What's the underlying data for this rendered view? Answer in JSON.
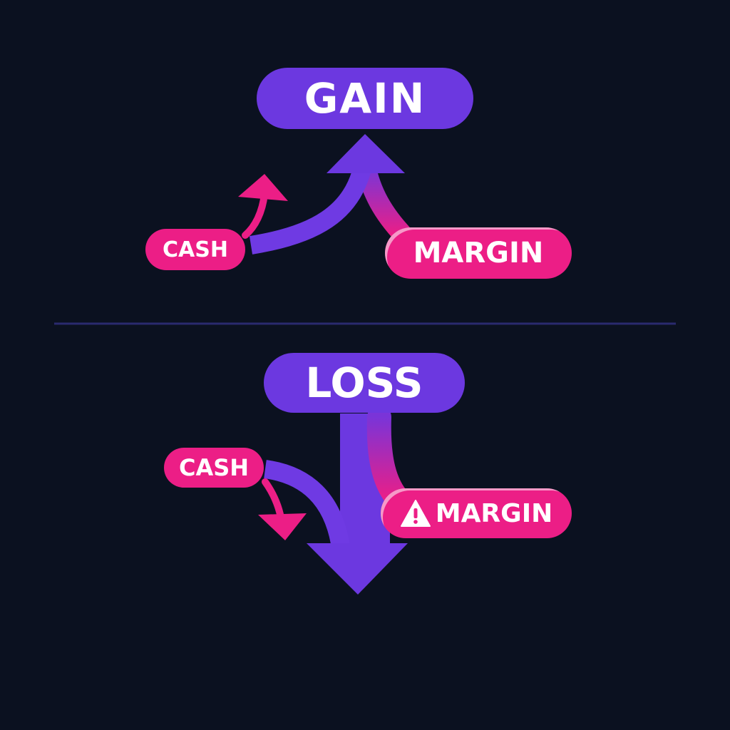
{
  "diagram": {
    "gain": {
      "title": "GAIN",
      "cash_label": "CASH",
      "margin_label": "MARGIN"
    },
    "loss": {
      "title": "LOSS",
      "cash_label": "CASH",
      "margin_label": "MARGIN"
    }
  },
  "icons": [
    "arrow-up-icon",
    "arrow-down-icon",
    "warning-icon"
  ],
  "colors": {
    "background": "#0b1120",
    "purple": "#6c38e0",
    "pink": "#ec1e86",
    "divider": "#2a2a6e"
  }
}
